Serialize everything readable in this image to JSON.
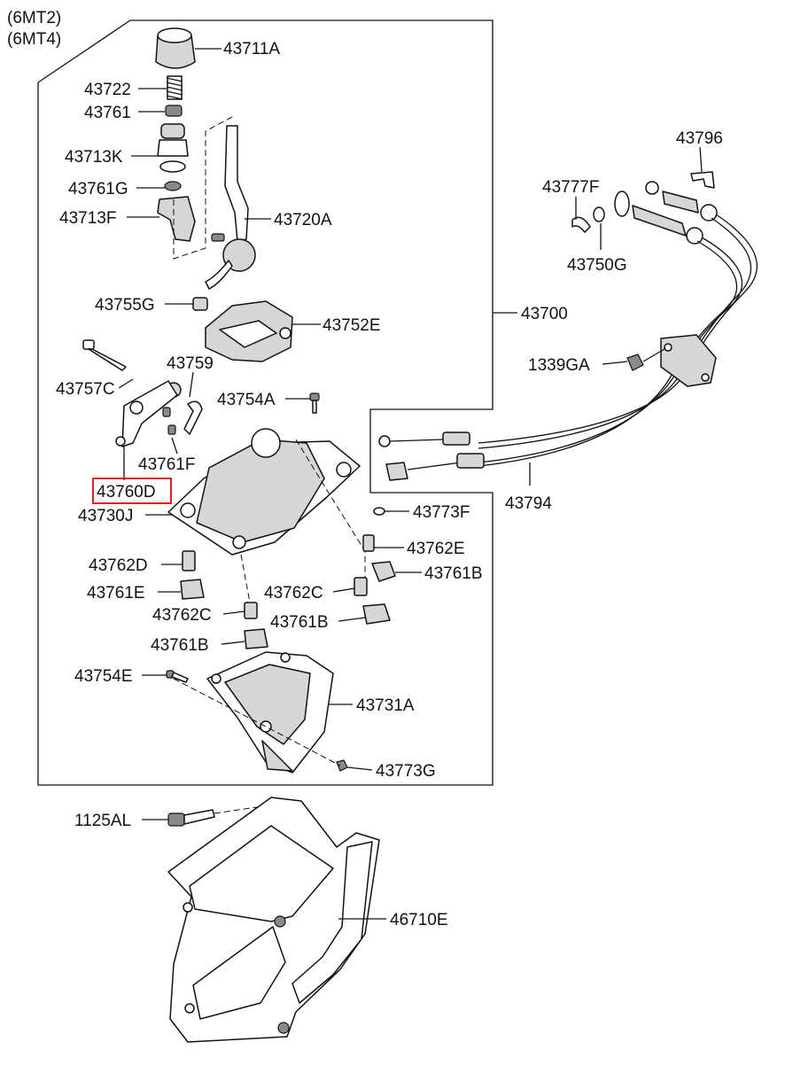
{
  "variants": [
    "(6MT2)",
    "(6MT4)"
  ],
  "parts": {
    "p43711A": "43711A",
    "p43722": "43722",
    "p43761": "43761",
    "p43713K": "43713K",
    "p43761G": "43761G",
    "p43713F": "43713F",
    "p43720A": "43720A",
    "p43755G": "43755G",
    "p43752E": "43752E",
    "p43700": "43700",
    "p43759": "43759",
    "p43757C": "43757C",
    "p43754A": "43754A",
    "p43761F": "43761F",
    "p43760D": "43760D",
    "p43730J": "43730J",
    "p43773F": "43773F",
    "p43762E": "43762E",
    "p43762D": "43762D",
    "p43761B_a": "43761B",
    "p43761E": "43761E",
    "p43762C_a": "43762C",
    "p43762C_b": "43762C",
    "p43761B_b": "43761B",
    "p43761B_c": "43761B",
    "p43754E": "43754E",
    "p43731A": "43731A",
    "p43773G": "43773G",
    "p1125AL": "1125AL",
    "p46710E": "46710E",
    "p43796": "43796",
    "p43777F": "43777F",
    "p43750G": "43750G",
    "p1339GA": "1339GA",
    "p43794": "43794"
  },
  "highlight_color": "#e02020"
}
